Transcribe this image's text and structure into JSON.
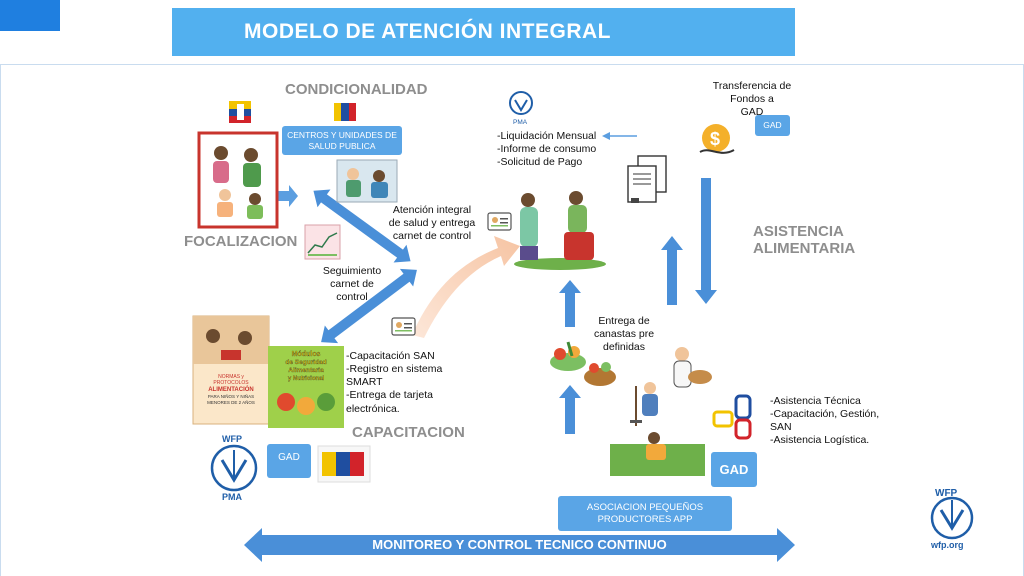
{
  "title": "MODELO DE ATENCIÓN INTEGRAL",
  "labels": {
    "condicionalidad": "CONDICIONALIDAD",
    "focalizacion": "FOCALIZACION",
    "capacitacion": "CAPACITACION",
    "asistencia_alimentaria": [
      "ASISTENCIA",
      "ALIMENTARIA"
    ]
  },
  "boxes": {
    "centros": [
      "CENTROS Y UNIDADES DE",
      "SALUD PUBLICA"
    ],
    "gad_top": "GAD",
    "gad_left": "GAD",
    "gad_right": "GAD",
    "asociacion": [
      "ASOCIACION PEQUEÑOS",
      "PRODUCTORES APP"
    ]
  },
  "texts": {
    "transferencia": [
      "Transferencia de",
      "Fondos a",
      "GAD"
    ],
    "liquidacion": [
      "-Liquidación Mensual",
      "-Informe de consumo",
      "-Solicitud de Pago"
    ],
    "atencion": [
      "Atención integral",
      "de salud y entrega",
      "carnet de control"
    ],
    "seguimiento": [
      "Seguimiento",
      "carnet de",
      "control"
    ],
    "capacitacion_list": [
      "-Capacitación SAN",
      "-Registro en sistema",
      "SMART",
      "-Entrega de tarjeta",
      "electrónica."
    ],
    "entrega": [
      "Entrega de",
      "canastas pre",
      "definidas"
    ],
    "asistencia_list": [
      "-Asistencia Técnica",
      "-Capacitación, Gestión,",
      "SAN",
      "-Asistencia Logística."
    ]
  },
  "logos": {
    "wfp_small": "PMA",
    "wfp_left_top": "WFP",
    "wfp_left_bottom": "PMA",
    "wfp_right_top": "WFP",
    "wfp_right_bottom": "wfp.org"
  },
  "book": {
    "title": [
      "Módulos",
      "de Seguridad",
      "Alimentaria",
      "y Nutricional"
    ],
    "normas": [
      "NORMAS y",
      "PROTOCOLOS",
      "ALIMENTACIÓN",
      "PARA NIÑOS Y NIÑAS",
      "MENORES DE 2 AÑOS"
    ]
  },
  "monitoreo": "MONITOREO Y CONTROL TECNICO CONTINUO",
  "colors": {
    "title_bar": "#52b0ef",
    "box": "#5aa5e6",
    "arrow": "#4a90d9",
    "label_gray": "#8e8e8e"
  }
}
